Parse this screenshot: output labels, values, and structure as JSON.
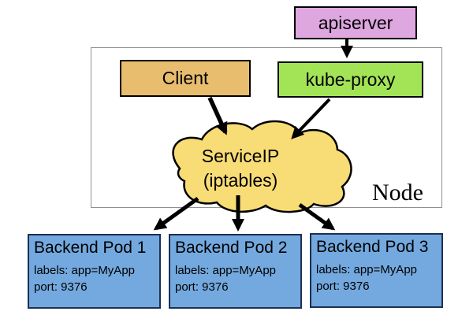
{
  "diagram": {
    "apiserver": {
      "label": "apiserver"
    },
    "node": {
      "label": "Node"
    },
    "client": {
      "label": "Client"
    },
    "kube_proxy": {
      "label": "kube-proxy"
    },
    "service_cloud": {
      "line1": "ServiceIP",
      "line2": "(iptables)"
    },
    "pods": [
      {
        "title": "Backend Pod 1",
        "labels": "labels: app=MyApp",
        "port": "port: 9376"
      },
      {
        "title": "Backend Pod 2",
        "labels": "labels: app=MyApp",
        "port": "port: 9376"
      },
      {
        "title": "Backend Pod 3",
        "labels": "labels: app=MyApp",
        "port": "port: 9376"
      }
    ],
    "colors": {
      "apiserver_fill": "#DFA7DF",
      "kube_proxy_fill": "#A3E457",
      "client_fill": "#E9BD6E",
      "cloud_fill": "#F8DC75",
      "pod_fill": "#73A9DF",
      "pod_border": "#1C3050",
      "node_border": "#909090",
      "box_border": "#000000",
      "arrow": "#000000"
    }
  }
}
